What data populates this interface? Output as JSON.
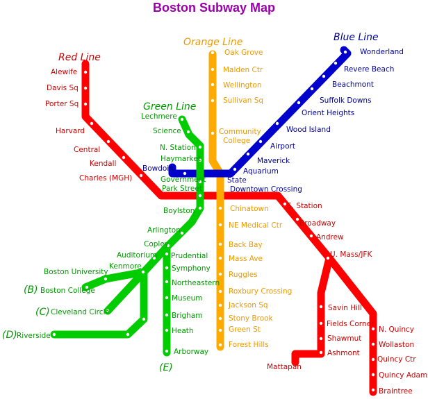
{
  "title": "Boston Subway Map",
  "colors": {
    "title": "#9900aa",
    "red": "#ff0000",
    "orange": "#ffaa00",
    "blue": "#0000cc",
    "green": "#00cc00",
    "red_text": "#cc0000",
    "orange_text": "#ee9900",
    "blue_text": "#000099",
    "green_text": "#009900",
    "stop": "#ffffff"
  },
  "lines": {
    "red": {
      "label": "Red Line"
    },
    "orange": {
      "label": "Orange Line"
    },
    "blue": {
      "label": "Blue Line"
    },
    "green": {
      "label": "Green Line"
    }
  },
  "branches": {
    "b": "(B)",
    "c": "(C)",
    "d": "(D)",
    "e": "(E)"
  },
  "stations": {
    "red": [
      "Alewife",
      "Davis Sq",
      "Porter Sq",
      "Harvard",
      "Central",
      "Kendall",
      "Charles (MGH)",
      "S. Station",
      "Broadway",
      "Andrew",
      "U. Mass/JFK",
      "Savin Hill",
      "Fields Corner",
      "Shawmut",
      "Ashmont",
      "Mattapan",
      "N. Quincy",
      "Wollaston",
      "Quincy Ctr",
      "Quincy Adams",
      "Braintree"
    ],
    "orange": [
      "Oak Grove",
      "Malden Ctr",
      "Wellington",
      "Sullivan Sq",
      "Community College",
      "Chinatown",
      "NE Medical Ctr",
      "Back Bay",
      "Mass Ave",
      "Ruggles",
      "Roxbury Crossing",
      "Jackson Sq",
      "Stony Brook",
      "Green St",
      "Forest Hills"
    ],
    "blue": [
      "Wonderland",
      "Revere Beach",
      "Beachmont",
      "Suffolk Downs",
      "Orient Heights",
      "Wood Island",
      "Airport",
      "Maverick",
      "Aquarium",
      "Bowdoin"
    ],
    "green": [
      "Lechmere",
      "Science",
      "N. Station",
      "Haymarket",
      "Government",
      "Park Street",
      "Boylston",
      "Arlington",
      "Copley",
      "Auditorium",
      "Kenmore",
      "Boston University",
      "Boston College",
      "Cleveland Circle",
      "Riverside",
      "Prudential",
      "Symphony",
      "Northeastern",
      "Museum",
      "Brigham",
      "Heath",
      "Arborway"
    ],
    "shared": [
      "State",
      "Downtown Crossing"
    ]
  }
}
